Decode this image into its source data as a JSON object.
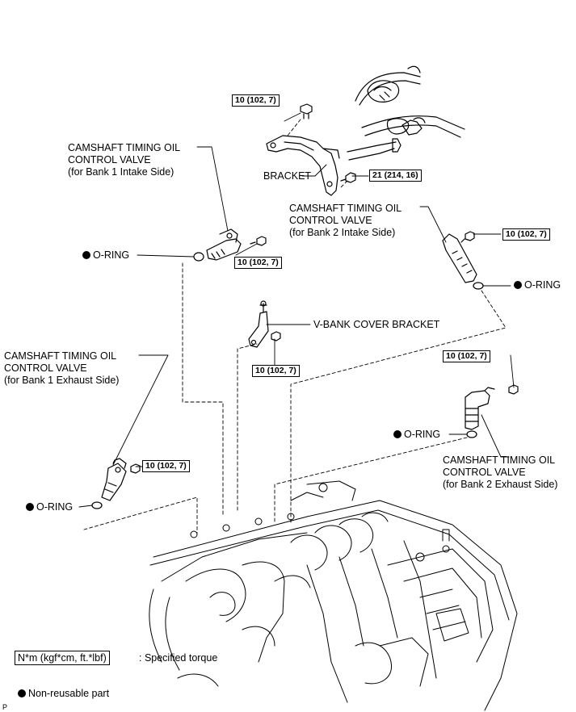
{
  "labels": {
    "valve_b1_intake": [
      "CAMSHAFT TIMING OIL",
      "CONTROL VALVE",
      "(for Bank 1 Intake Side)"
    ],
    "valve_b2_intake": [
      "CAMSHAFT TIMING OIL",
      "CONTROL VALVE",
      "(for Bank 2 Intake Side)"
    ],
    "valve_b1_exhaust": [
      "CAMSHAFT TIMING OIL",
      "CONTROL VALVE",
      "(for Bank 1 Exhaust Side)"
    ],
    "valve_b2_exhaust": [
      "CAMSHAFT TIMING OIL",
      "CONTROL VALVE",
      "(for Bank 2 Exhaust Side)"
    ],
    "bracket": "BRACKET",
    "vbank_cover_bracket": "V-BANK COVER BRACKET",
    "oring": "O-RING"
  },
  "torques": {
    "bracket_top": "10 (102, 7)",
    "bracket_side": "21 (214, 16)",
    "b1_intake": "10 (102, 7)",
    "b2_intake": "10 (102, 7)",
    "vbank": "10 (102, 7)",
    "b2_exhaust": "10 (102, 7)",
    "b1_exhaust": "10 (102, 7)"
  },
  "legend": {
    "torque_unit": "N*m (kgf*cm, ft.*lbf)",
    "torque_desc": ": Specified torque",
    "nonreusable": "Non-reusable part"
  },
  "corner_mark": "P"
}
